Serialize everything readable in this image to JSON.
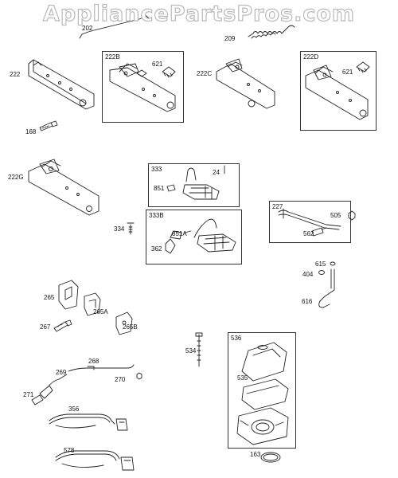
{
  "watermark": "AppliancePartsPros.com",
  "parts": [
    {
      "id": "p202",
      "label": "202"
    },
    {
      "id": "p209",
      "label": "209"
    },
    {
      "id": "p222",
      "label": "222"
    },
    {
      "id": "p168",
      "label": "168"
    },
    {
      "id": "p621a",
      "label": "621"
    },
    {
      "id": "p222c",
      "label": "222C"
    },
    {
      "id": "p621b",
      "label": "621"
    },
    {
      "id": "p222g",
      "label": "222G"
    },
    {
      "id": "p24",
      "label": "24"
    },
    {
      "id": "p851",
      "label": "851"
    },
    {
      "id": "p334",
      "label": "334"
    },
    {
      "id": "p851a",
      "label": "851A"
    },
    {
      "id": "p362",
      "label": "362"
    },
    {
      "id": "p505",
      "label": "505"
    },
    {
      "id": "p562",
      "label": "562"
    },
    {
      "id": "p615",
      "label": "615"
    },
    {
      "id": "p404",
      "label": "404"
    },
    {
      "id": "p616",
      "label": "616"
    },
    {
      "id": "p265",
      "label": "265"
    },
    {
      "id": "p265a",
      "label": "265A"
    },
    {
      "id": "p267",
      "label": "267"
    },
    {
      "id": "p265b",
      "label": "265B"
    },
    {
      "id": "p268",
      "label": "268"
    },
    {
      "id": "p269",
      "label": "269"
    },
    {
      "id": "p270",
      "label": "270"
    },
    {
      "id": "p271",
      "label": "271"
    },
    {
      "id": "p356",
      "label": "356"
    },
    {
      "id": "p578",
      "label": "578"
    },
    {
      "id": "p534",
      "label": "534"
    },
    {
      "id": "p535",
      "label": "535"
    },
    {
      "id": "p163",
      "label": "163"
    }
  ],
  "groups": [
    {
      "id": "g222b",
      "label": "222B"
    },
    {
      "id": "g222d",
      "label": "222D"
    },
    {
      "id": "g333",
      "label": "333"
    },
    {
      "id": "g333b",
      "label": "333B"
    },
    {
      "id": "g227",
      "label": "227"
    },
    {
      "id": "g536",
      "label": "536"
    }
  ]
}
